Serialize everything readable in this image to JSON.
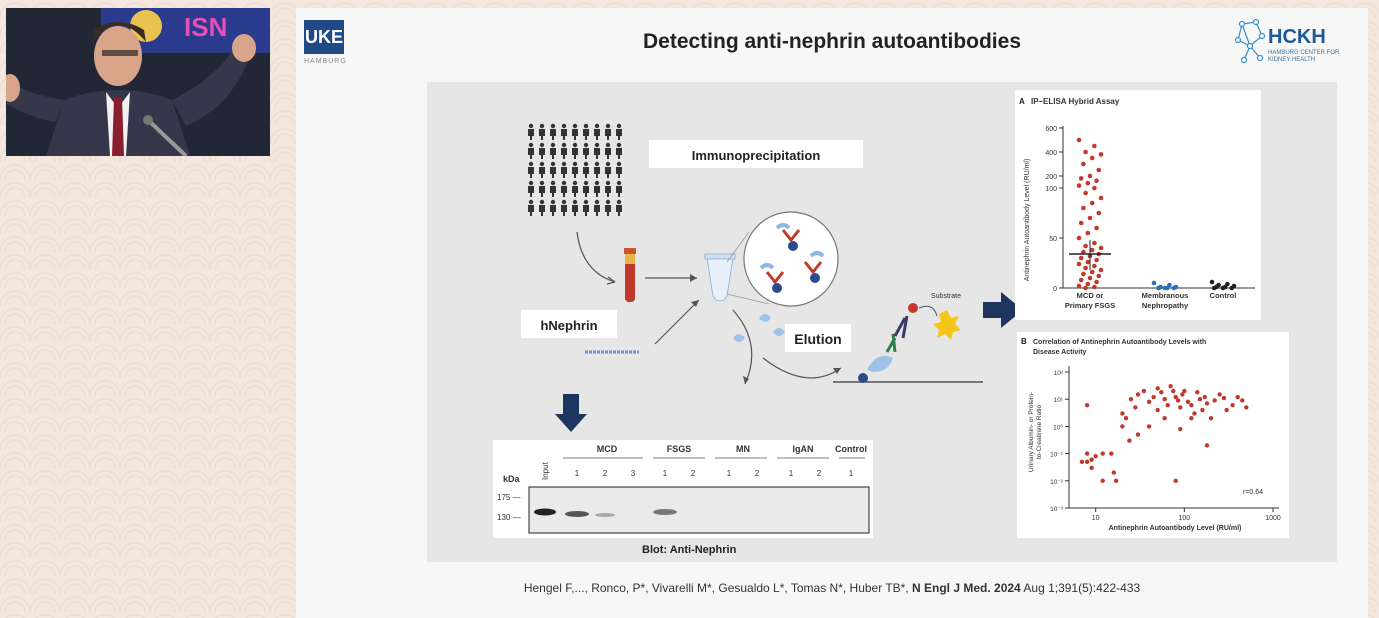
{
  "speaker_video": {
    "background_text": "ISN"
  },
  "slide": {
    "title": "Detecting anti-nephrin autoantibodies",
    "uke_logo": "UKE",
    "uke_sub": "HAMBURG",
    "hckh_logo": "HCKH",
    "hckh_sub": "HAMBURG CENTER FOR KIDNEY HEALTH",
    "citation_plain": "Hengel F,..., Ronco, P*, Vivarelli M*, Gesualdo L*, Tomas N*,  Huber TB*, ",
    "citation_journal": "N Engl J Med. 2024",
    "citation_tail": " Aug 1;391(5):422-433"
  },
  "schematic": {
    "immunoprecipitation": "Immunoprecipitation",
    "hnephrin": "hNephrin",
    "elution": "Elution",
    "substrate": "Substrate"
  },
  "blot": {
    "input": "Input",
    "groups": [
      "MCD",
      "FSGS",
      "MN",
      "IgAN",
      "Control"
    ],
    "lanes": [
      "1",
      "2",
      "3",
      "1",
      "2",
      "1",
      "2",
      "1",
      "2",
      "1"
    ],
    "kda": "kDa",
    "marker_175": "175 —",
    "marker_130": "130 —",
    "caption": "Blot: Anti-Nephrin"
  },
  "panel_a": {
    "letter": "A",
    "title": "IP–ELISA Hybrid Assay",
    "ylabel": "Antinephrin Autoantibody Level (RU/ml)",
    "yticks": [
      "600",
      "400",
      "200",
      "100",
      "50",
      "0"
    ],
    "categories": [
      "MCD or Primary FSGS",
      "Membranous Nephropathy",
      "Control"
    ],
    "cat_line1": [
      "MCD or",
      "Membranous",
      "Control"
    ],
    "cat_line2": [
      "Primary FSGS",
      "Nephropathy",
      ""
    ]
  },
  "panel_b": {
    "letter": "B",
    "title_line1": "Correlation of Antinephrin Autoantibody Levels with",
    "title_line2": "Disease Activity",
    "ylabel_line1": "Urinary Albumin- or Protein-",
    "ylabel_line2": "to-Creatinine Ratio",
    "xlabel": "Antinephrin Autoantibody Level (RU/ml)",
    "xticks": [
      "10",
      "100",
      "1000"
    ],
    "yticks": [
      "10²",
      "10¹",
      "10⁰",
      "10⁻¹",
      "10⁻²",
      "10⁻³"
    ],
    "r_value": "r=0.64"
  },
  "colors": {
    "accent_blue": "#1f4a86",
    "dot_red": "#c0392b",
    "arrow_navy": "#1e3560"
  },
  "chart_data": [
    {
      "type": "scatter",
      "title": "IP–ELISA Hybrid Assay",
      "ylabel": "Antinephrin Autoantibody Level (RU/ml)",
      "categories": [
        "MCD or Primary FSGS",
        "Membranous Nephropathy",
        "Control"
      ],
      "series": [
        {
          "name": "MCD or Primary FSGS",
          "values": [
            500,
            450,
            400,
            380,
            350,
            300,
            250,
            200,
            180,
            160,
            140,
            120,
            100,
            95,
            90,
            85,
            80,
            75,
            70,
            65,
            60,
            55,
            50,
            45,
            42,
            40,
            38,
            36,
            34,
            32,
            30,
            28,
            26,
            24,
            22,
            20,
            18,
            16,
            14,
            12,
            10,
            8,
            6,
            4,
            2,
            1,
            0
          ]
        },
        {
          "name": "Membranous Nephropathy",
          "values": [
            5,
            3,
            1,
            1,
            0,
            0,
            0,
            0
          ]
        },
        {
          "name": "Control",
          "values": [
            6,
            4,
            3,
            2,
            1,
            1,
            0,
            0,
            0
          ]
        }
      ],
      "ylim": [
        0,
        600
      ]
    },
    {
      "type": "scatter",
      "title": "Correlation of Antinephrin Autoantibody Levels with Disease Activity",
      "xlabel": "Antinephrin Autoantibody Level (RU/ml)",
      "ylabel": "Urinary Albumin- or Protein-to-Creatinine Ratio",
      "xscale": "log",
      "yscale": "log",
      "xlim": [
        5,
        1000
      ],
      "ylim": [
        0.001,
        100
      ],
      "points": [
        [
          7,
          0.05
        ],
        [
          8,
          0.05
        ],
        [
          9,
          0.06
        ],
        [
          10,
          0.08
        ],
        [
          12,
          0.1
        ],
        [
          8,
          0.1
        ],
        [
          9,
          0.03
        ],
        [
          12,
          0.01
        ],
        [
          15,
          0.1
        ],
        [
          16,
          0.02
        ],
        [
          17,
          0.01
        ],
        [
          20,
          1
        ],
        [
          22,
          2
        ],
        [
          25,
          10
        ],
        [
          28,
          5
        ],
        [
          30,
          15
        ],
        [
          35,
          20
        ],
        [
          40,
          8
        ],
        [
          45,
          12
        ],
        [
          50,
          25
        ],
        [
          55,
          18
        ],
        [
          60,
          10
        ],
        [
          65,
          6
        ],
        [
          70,
          30
        ],
        [
          75,
          20
        ],
        [
          80,
          12
        ],
        [
          85,
          9
        ],
        [
          90,
          5
        ],
        [
          95,
          15
        ],
        [
          100,
          20
        ],
        [
          110,
          8
        ],
        [
          120,
          6
        ],
        [
          130,
          3
        ],
        [
          140,
          18
        ],
        [
          150,
          10
        ],
        [
          160,
          4
        ],
        [
          170,
          12
        ],
        [
          180,
          7
        ],
        [
          200,
          2
        ],
        [
          220,
          9
        ],
        [
          250,
          15
        ],
        [
          280,
          11
        ],
        [
          300,
          4
        ],
        [
          350,
          6
        ],
        [
          400,
          12
        ],
        [
          450,
          9
        ],
        [
          500,
          5
        ],
        [
          8,
          6
        ],
        [
          20,
          3
        ],
        [
          40,
          1
        ],
        [
          60,
          2
        ],
        [
          80,
          0.01
        ],
        [
          90,
          0.8
        ],
        [
          180,
          0.2
        ],
        [
          24,
          0.3
        ],
        [
          30,
          0.5
        ],
        [
          50,
          4
        ],
        [
          120,
          2
        ]
      ],
      "annotation": "r=0.64"
    }
  ]
}
